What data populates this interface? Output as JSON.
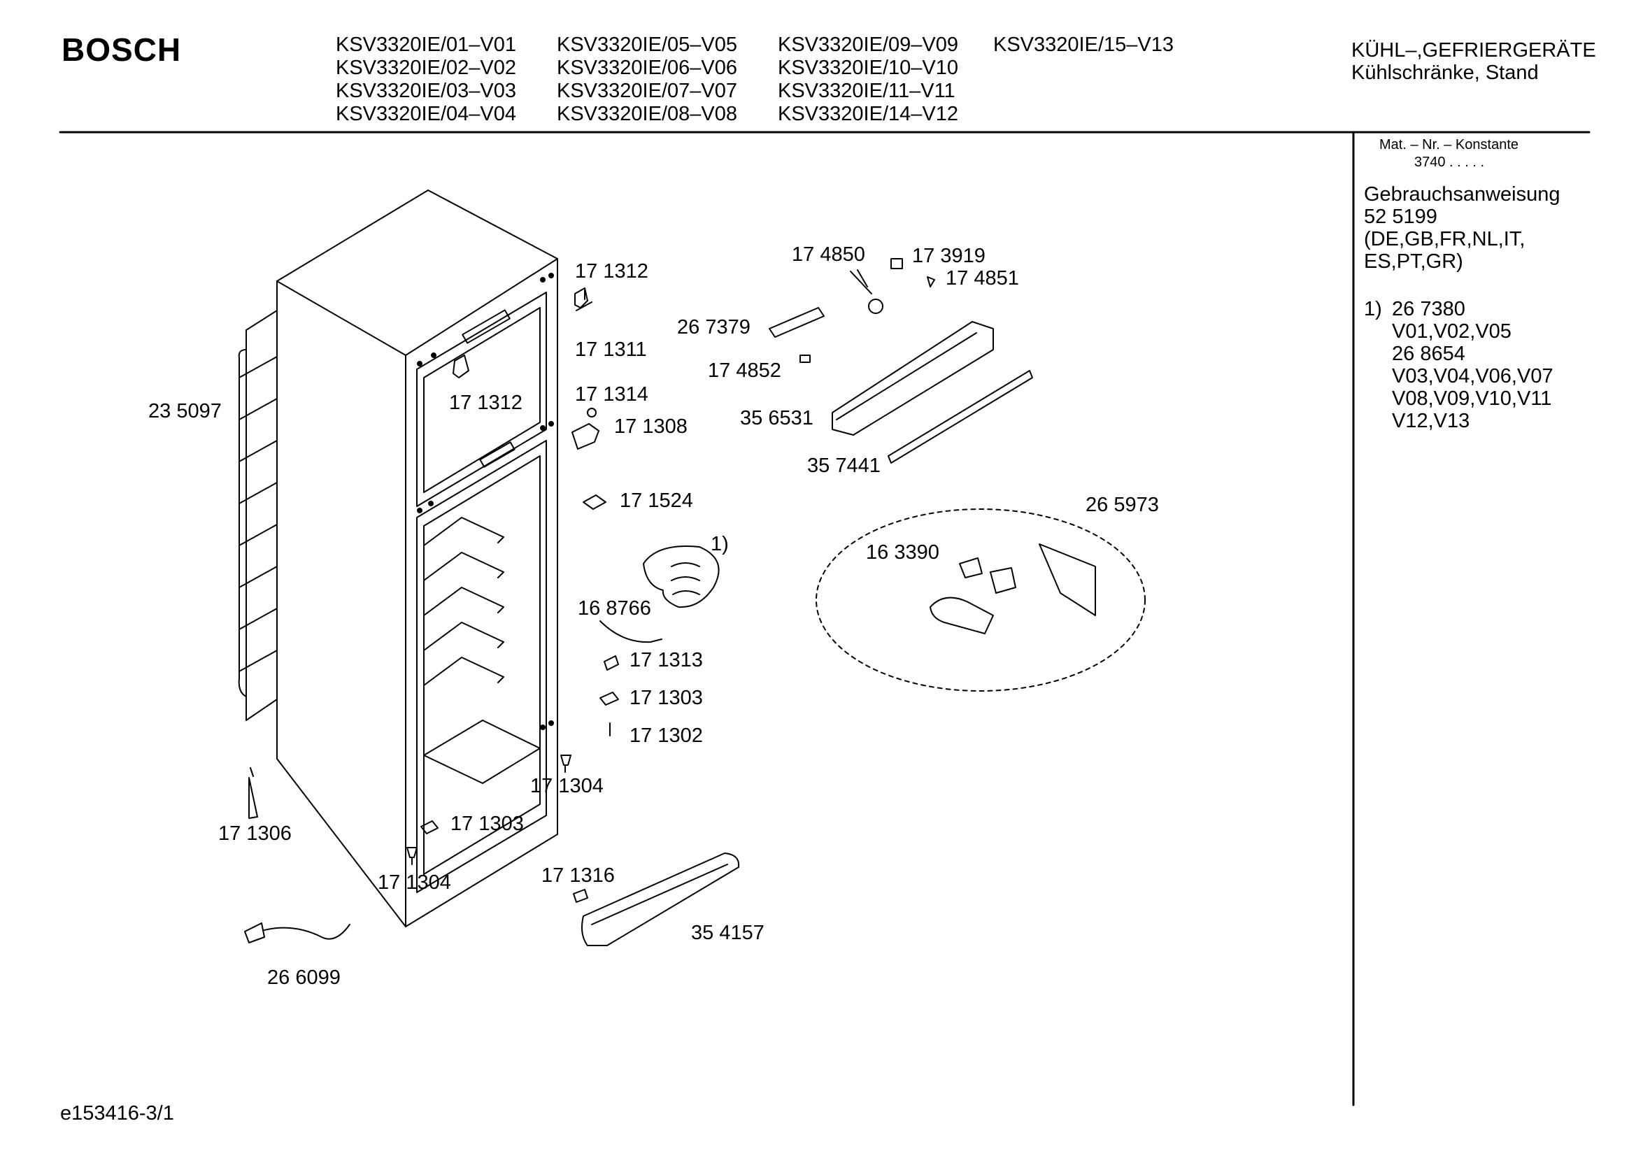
{
  "header": {
    "brand": "BOSCH",
    "models": [
      "KSV3320IE/01–V01",
      "KSV3320IE/02–V02",
      "KSV3320IE/03–V03",
      "KSV3320IE/04–V04",
      "KSV3320IE/05–V05",
      "KSV3320IE/06–V06",
      "KSV3320IE/07–V07",
      "KSV3320IE/08–V08",
      "KSV3320IE/09–V09",
      "KSV3320IE/10–V10",
      "KSV3320IE/11–V11",
      "KSV3320IE/14–V12",
      "KSV3320IE/15–V13"
    ],
    "category_line1": "KÜHL–,GEFRIERGERÄTE",
    "category_line2": "Kühlschränke, Stand"
  },
  "sidebar": {
    "mat_label": "Mat. – Nr. – Konstante",
    "mat_value": "3740  .  .  .  .  .",
    "manual_title": "Gebrauchsanweisung",
    "manual_number": "52 5199",
    "manual_langs_1": "(DE,GB,FR,NL,IT,",
    "manual_langs_2": "ES,PT,GR)",
    "note_1_marker": "1)",
    "note_1_lines": [
      "26 7380",
      "V01,V02,V05",
      "26 8654",
      "V03,V04,V06,V07",
      "V08,V09,V10,V11",
      "V12,V13"
    ]
  },
  "parts": [
    "171312",
    "171311",
    "171312b",
    "171314",
    "171308",
    "235097",
    "171524",
    "1)",
    "168766",
    "171313",
    "171303",
    "171302",
    "171304",
    "171306",
    "171303b",
    "171304b",
    "171316",
    "354157",
    "266099",
    "174850",
    "173919",
    "174851",
    "267379",
    "174852",
    "356531",
    "357441",
    "265973",
    "163390"
  ],
  "labels": {
    "p171312": "17 1312",
    "p171311": "17 1311",
    "p171312b": "17 1312",
    "p171314": "17 1314",
    "p171308": "17 1308",
    "p235097": "23 5097",
    "p171524": "17 1524",
    "pnote1": "1)",
    "p168766": "16 8766",
    "p171313": "17 1313",
    "p171303": "17 1303",
    "p171302": "17 1302",
    "p171304": "17 1304",
    "p171306": "17 1306",
    "p171303b": "17 1303",
    "p171304b": "17 1304",
    "p171316": "17 1316",
    "p354157": "35 4157",
    "p266099": "26 6099",
    "p174850": "17 4850",
    "p173919": "17 3919",
    "p174851": "17 4851",
    "p267379": "26 7379",
    "p174852": "17 4852",
    "p356531": "35 6531",
    "p357441": "35 7441",
    "p265973": "26 5973",
    "p163390": "16 3390"
  },
  "footer": {
    "drawing_id": "e153416-3/1"
  }
}
